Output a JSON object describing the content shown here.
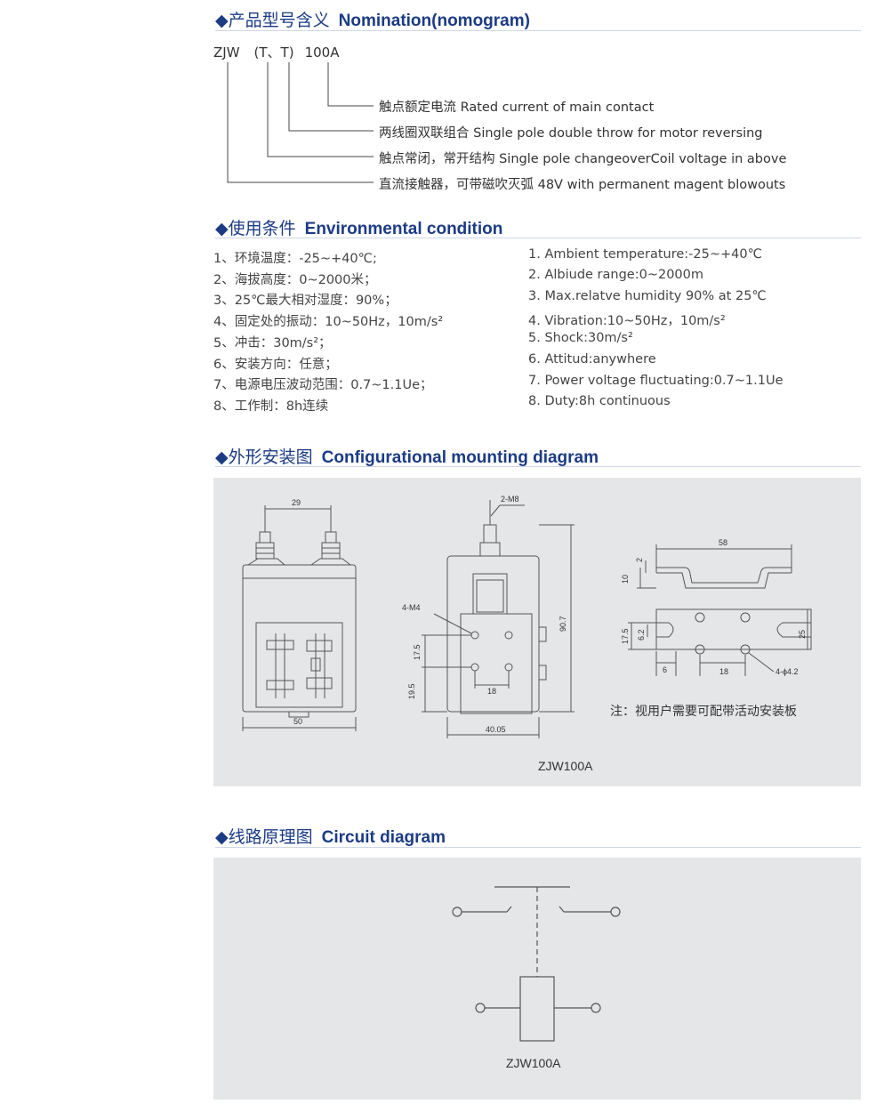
{
  "nomination": {
    "title_cn": "产品型号含义",
    "title_en": "Nomination(nomogram)",
    "code_parts": [
      "ZJW",
      "(T、T)",
      "100A"
    ],
    "lines": [
      "触点额定电流 Rated current of main contact",
      "两线圈双联组合 Single pole double throw for motor reversing",
      "触点常闭，常开结构 Single pole changeoverCoil voltage in above",
      "直流接触器，可带磁吹灭弧 48V with permanent magent blowouts"
    ]
  },
  "environment": {
    "title_cn": "使用条件",
    "title_en": "Environmental condition",
    "cn_items": [
      "1、环境温度：-25~+40℃;",
      "2、海拔高度：0~2000米；",
      "3、25℃最大相对湿度：90%；",
      "4、固定处的振动：10~50Hz，10m/s²",
      "5、冲击：30m/s²；",
      "6、安装方向：任意；",
      "7、电源电压波动范围：0.7~1.1Ue；",
      "8、工作制：8h连续"
    ],
    "en_items": [
      "1. Ambient temperature:-25~+40℃",
      "2. Albiude range:0~2000m",
      "3. Max.relatve humidity 90% at 25℃",
      "4. Vibration:10~50Hz，10m/s²",
      "5. Shock:30m/s²",
      "6. Attitud:anywhere",
      "7. Power voltage fluctuating:0.7~1.1Ue",
      "8. Duty:8h continuous"
    ]
  },
  "mounting": {
    "title_cn": "外形安装图",
    "title_en": "Configurational mounting diagram",
    "dims": {
      "d29": "29",
      "d50": "50",
      "m8": "2-M8",
      "m4": "4-M4",
      "d907": "90.7",
      "d175": "17.5",
      "d195": "19.5",
      "d18": "18",
      "d4005": "40.05",
      "d58": "58",
      "d2": "2",
      "d10": "10",
      "d62": "6.2",
      "d175b": "17.5",
      "d25": "25",
      "d6": "6",
      "d18b": "18",
      "hole": "4-ϕ4.2"
    },
    "note": "注：视用户需要可配带活动安装板",
    "model": "ZJW100A"
  },
  "circuit": {
    "title_cn": "线路原理图",
    "title_en": "Circuit diagram",
    "model": "ZJW100A"
  }
}
